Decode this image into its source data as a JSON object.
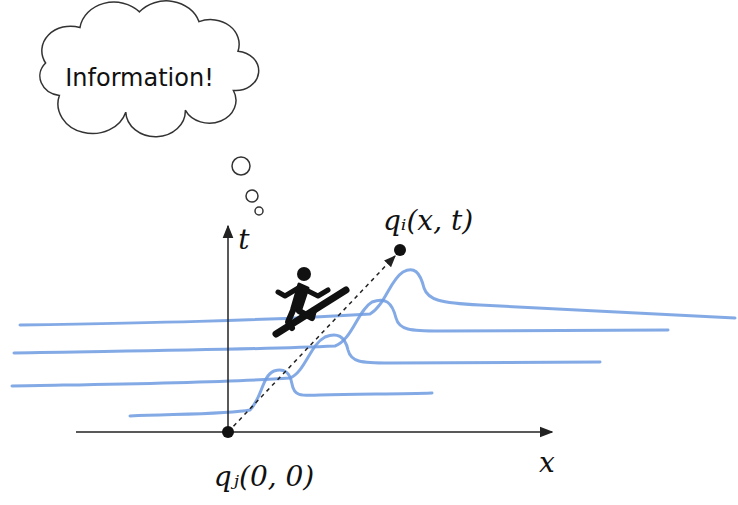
{
  "diagram": {
    "nodes": [
      {
        "text": [
          "Information!"
        ]
      }
    ],
    "labels": [
      "qᵢ(x, t)",
      "t",
      "x",
      "qⱼ(0, 0)"
    ]
  }
}
